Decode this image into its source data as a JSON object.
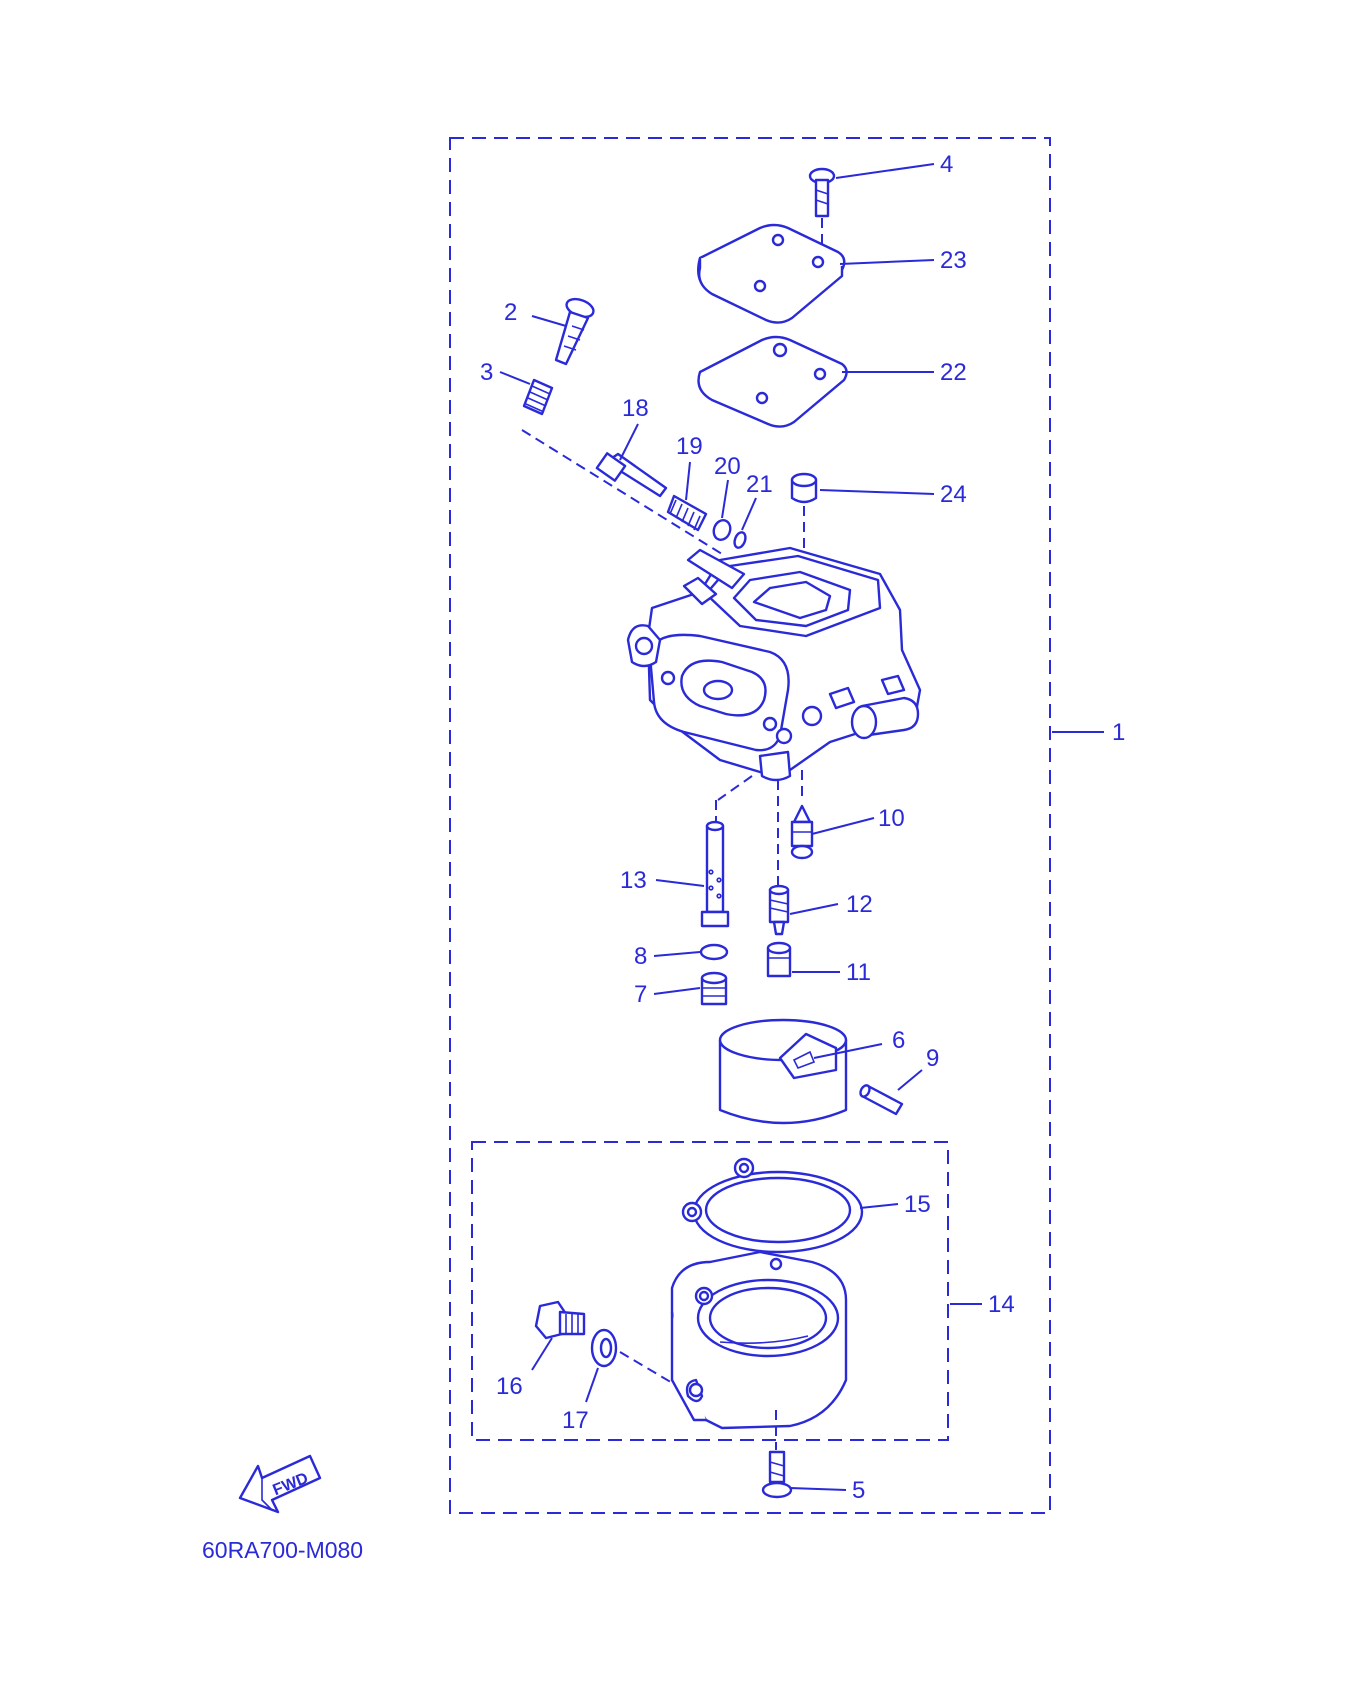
{
  "diagram": {
    "callouts": {
      "c1": "1",
      "c2": "2",
      "c3": "3",
      "c4": "4",
      "c5": "5",
      "c6": "6",
      "c7": "7",
      "c8": "8",
      "c9": "9",
      "c10": "10",
      "c11": "11",
      "c12": "12",
      "c13": "13",
      "c14": "14",
      "c15": "15",
      "c16": "16",
      "c17": "17",
      "c18": "18",
      "c19": "19",
      "c20": "20",
      "c21": "21",
      "c22": "22",
      "c23": "23",
      "c24": "24"
    },
    "fwd_label": "FWD",
    "drawing_code": "60RA700-M080",
    "line_color": "#2a2ad8"
  }
}
